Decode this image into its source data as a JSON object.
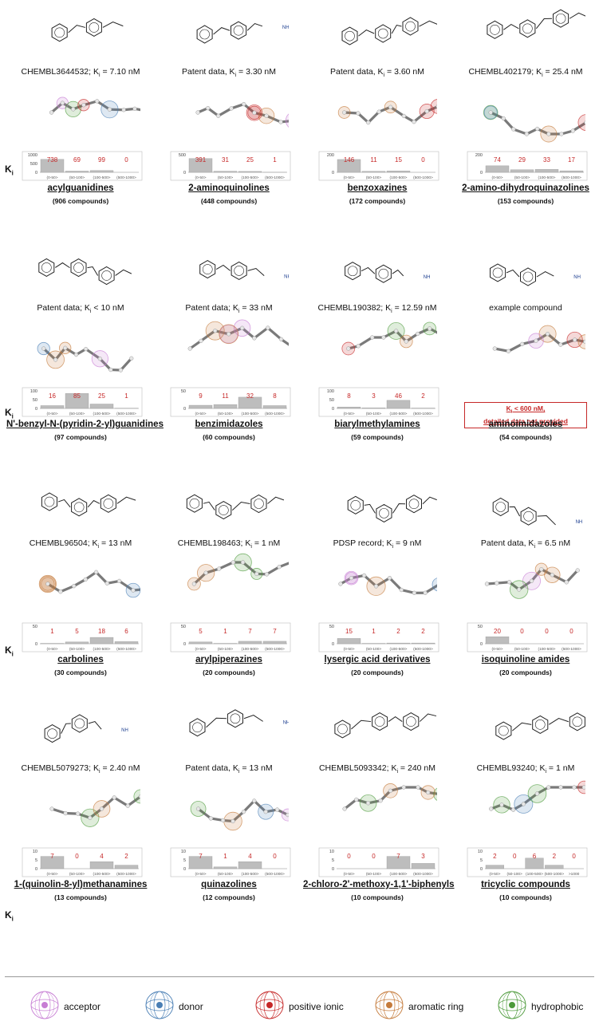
{
  "ki_label": "K",
  "ki_sub": "i",
  "bins_4": [
    "(0-50>",
    "(50-100>",
    "(100-500>",
    "(500-1000>"
  ],
  "bins_5": [
    "(0-50>",
    "(50-100>",
    "(100-500>",
    "(500-1000>",
    ">1000"
  ],
  "colors": {
    "acceptor": "#c77dd4",
    "donor": "#4a7fb5",
    "positive_ionic": "#c62828",
    "aromatic_ring": "#c57b3b",
    "hydrophobic": "#4c9a3a",
    "bar_fill": "#bdbdbd",
    "count_text": "#c62828",
    "note_border": "#c62828"
  },
  "families": [
    {
      "name": "acylguanidines",
      "count_label": "(906 compounds)",
      "caption_main": "CHEMBL3644532; K",
      "caption_sub": "i",
      "caption_rest": " = 7.10 nM",
      "hist": {
        "yticks": [
          "1000",
          "500",
          "0"
        ],
        "ymax": 1000,
        "values": [
          738,
          69,
          99,
          0
        ],
        "labels": [
          "738",
          "69",
          "99",
          "0"
        ]
      }
    },
    {
      "name": "2-aminoquinolines",
      "count_label": "(448 compounds)",
      "caption_main": "Patent data, K",
      "caption_sub": "i",
      "caption_rest": " = 3.30 nM",
      "hist": {
        "yticks": [
          "500",
          "0"
        ],
        "ymax": 500,
        "values": [
          391,
          31,
          25,
          1
        ],
        "labels": [
          "391",
          "31",
          "25",
          "1"
        ]
      }
    },
    {
      "name": "benzoxazines",
      "count_label": "(172 compounds)",
      "caption_main": "Patent data, K",
      "caption_sub": "i",
      "caption_rest": " = 3.60 nM",
      "hist": {
        "yticks": [
          "200",
          "0"
        ],
        "ymax": 200,
        "values": [
          146,
          11,
          15,
          0
        ],
        "labels": [
          "146",
          "11",
          "15",
          "0"
        ]
      }
    },
    {
      "name": "2-amino-dihydroquinazolines",
      "count_label": "(153 compounds)",
      "caption_main": "CHEMBL402179; K",
      "caption_sub": "i",
      "caption_rest": " = 25.4 nM",
      "hist": {
        "yticks": [
          "200",
          "0"
        ],
        "ymax": 200,
        "values": [
          74,
          29,
          33,
          17
        ],
        "labels": [
          "74",
          "29",
          "33",
          "17"
        ]
      }
    },
    {
      "name": "N'-benzyl-N-(pyridin-2-yl)guanidines",
      "count_label": "(97 compounds)",
      "caption_main": "Patent data; K",
      "caption_sub": "i",
      "caption_rest": " < 10 nM",
      "hist": {
        "yticks": [
          "100",
          "50",
          "0"
        ],
        "ymax": 100,
        "values": [
          16,
          85,
          25,
          1
        ],
        "labels": [
          "16",
          "85",
          "25",
          "1"
        ]
      }
    },
    {
      "name": "benzimidazoles",
      "count_label": "(60 compounds)",
      "caption_main": "Patent data; K",
      "caption_sub": "i",
      "caption_rest": " = 33 nM",
      "hist": {
        "yticks": [
          "50",
          "0"
        ],
        "ymax": 50,
        "values": [
          9,
          11,
          32,
          8
        ],
        "labels": [
          "9",
          "11",
          "32",
          "8"
        ]
      }
    },
    {
      "name": "biarylmethylamines",
      "count_label": "(59 compounds)",
      "caption_main": "CHEMBL190382; K",
      "caption_sub": "i",
      "caption_rest": " = 12.59 nM",
      "hist": {
        "yticks": [
          "100",
          "50",
          "0"
        ],
        "ymax": 100,
        "values": [
          8,
          3,
          46,
          2
        ],
        "labels": [
          "8",
          "3",
          "46",
          "2"
        ]
      }
    },
    {
      "name": "aminoimidazoles",
      "count_label": "(54 compounds)",
      "caption_main": "example compound",
      "caption_sub": "",
      "caption_rest": "",
      "note": {
        "line1": "K",
        "line1_sub": "i",
        "line1_rest": " < 600 nM,",
        "line2": "detailed data not provided"
      }
    },
    {
      "name": "carbolines",
      "count_label": "(30 compounds)",
      "caption_main": "CHEMBL96504; K",
      "caption_sub": "i",
      "caption_rest": " = 13 nM",
      "hist": {
        "yticks": [
          "50",
          "0"
        ],
        "ymax": 50,
        "values": [
          1,
          5,
          18,
          6
        ],
        "labels": [
          "1",
          "5",
          "18",
          "6"
        ]
      }
    },
    {
      "name": "arylpiperazines",
      "count_label": "(20 compounds)",
      "caption_main": "CHEMBL198463; K",
      "caption_sub": "i",
      "caption_rest": " = 1 nM",
      "hist": {
        "yticks": [
          "50",
          "0"
        ],
        "ymax": 50,
        "values": [
          5,
          1,
          7,
          7
        ],
        "labels": [
          "5",
          "1",
          "7",
          "7"
        ]
      }
    },
    {
      "name": "lysergic acid derivatives",
      "count_label": "(20 compounds)",
      "caption_main": "PDSP record; K",
      "caption_sub": "i",
      "caption_rest": " = 9 nM",
      "hist": {
        "yticks": [
          "50",
          "0"
        ],
        "ymax": 50,
        "values": [
          15,
          1,
          2,
          2
        ],
        "labels": [
          "15",
          "1",
          "2",
          "2"
        ]
      }
    },
    {
      "name": "isoquinoline amides",
      "count_label": "(20 compounds)",
      "caption_main": "Patent data, K",
      "caption_sub": "i",
      "caption_rest": " = 6.5 nM",
      "hist": {
        "yticks": [
          "50",
          "0"
        ],
        "ymax": 50,
        "values": [
          20,
          0,
          0,
          0
        ],
        "labels": [
          "20",
          "0",
          "0",
          "0"
        ]
      }
    },
    {
      "name": "1-(quinolin-8-yl)methanamines",
      "count_label": "(13 compounds)",
      "caption_main": "CHEMBL5079273; K",
      "caption_sub": "i",
      "caption_rest": " = 2.40 nM",
      "hist": {
        "yticks": [
          "10",
          "5",
          "0"
        ],
        "ymax": 10,
        "values": [
          7,
          0,
          4,
          2
        ],
        "labels": [
          "7",
          "0",
          "4",
          "2"
        ]
      }
    },
    {
      "name": "quinazolines",
      "count_label": "(12 compounds)",
      "caption_main": "Patent data, K",
      "caption_sub": "i",
      "caption_rest": " = 13 nM",
      "hist": {
        "yticks": [
          "10",
          "5",
          "0"
        ],
        "ymax": 10,
        "values": [
          7,
          1,
          4,
          0
        ],
        "labels": [
          "7",
          "1",
          "4",
          "0"
        ]
      }
    },
    {
      "name": "2-chloro-2'-methoxy-1,1'-biphenyls",
      "count_label": "(10 compounds)",
      "caption_main": "CHEMBL5093342; K",
      "caption_sub": "i",
      "caption_rest": " = 240 nM",
      "hist": {
        "yticks": [
          "10",
          "5",
          "0"
        ],
        "ymax": 10,
        "values": [
          0,
          0,
          7,
          3
        ],
        "labels": [
          "0",
          "0",
          "7",
          "3"
        ]
      }
    },
    {
      "name": "tricyclic compounds",
      "count_label": "(10 compounds)",
      "caption_main": "CHEMBL93240; K",
      "caption_sub": "i",
      "caption_rest": " = 1 nM",
      "hist": {
        "yticks": [
          "10",
          "5",
          "0"
        ],
        "ymax": 10,
        "values": [
          2,
          0,
          6,
          2,
          0
        ],
        "labels": [
          "2",
          "0",
          "6",
          "2",
          "0"
        ],
        "five_bins": true
      }
    }
  ],
  "legend": [
    {
      "key": "acceptor",
      "label": "acceptor"
    },
    {
      "key": "donor",
      "label": "donor"
    },
    {
      "key": "positive_ionic",
      "label": "positive ionic"
    },
    {
      "key": "aromatic_ring",
      "label": "aromatic ring"
    },
    {
      "key": "hydrophobic",
      "label": "hydrophobic"
    }
  ]
}
